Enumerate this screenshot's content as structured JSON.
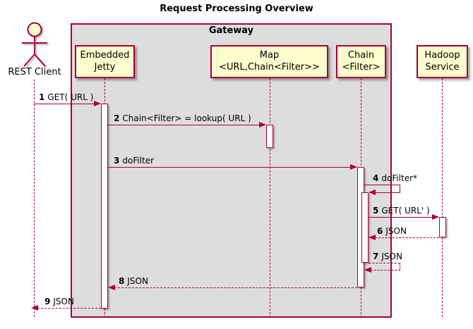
{
  "title": "Request Processing Overview",
  "frame": {
    "label": "Gateway"
  },
  "actor": {
    "label": "REST Client"
  },
  "participants": [
    {
      "name": "Embedded Jetty",
      "line1": "Embedded",
      "line2": "Jetty"
    },
    {
      "name": "Map <URL,Chain<Filter>>",
      "line1": "Map",
      "line2": "<URL,Chain<Filter>>"
    },
    {
      "name": "Chain <Filter>",
      "line1": "Chain",
      "line2": "<Filter>"
    },
    {
      "name": "Hadoop Service",
      "line1": "Hadoop",
      "line2": "Service"
    }
  ],
  "messages": [
    {
      "num": "1",
      "text": "GET( URL )",
      "from": "REST Client",
      "to": "Embedded Jetty",
      "line": "solid"
    },
    {
      "num": "2",
      "text": "Chain<Filter> = lookup( URL )",
      "from": "Embedded Jetty",
      "to": "Map <URL,Chain<Filter>>",
      "line": "solid"
    },
    {
      "num": "3",
      "text": "doFilter",
      "from": "Embedded Jetty",
      "to": "Chain <Filter>",
      "line": "solid"
    },
    {
      "num": "4",
      "text": "doFilter*",
      "from": "Chain <Filter>",
      "to": "Chain <Filter>",
      "line": "solid"
    },
    {
      "num": "5",
      "text": "GET( URL' )",
      "from": "Chain <Filter>",
      "to": "Hadoop Service",
      "line": "solid"
    },
    {
      "num": "6",
      "text": "JSON",
      "from": "Hadoop Service",
      "to": "Chain <Filter>",
      "line": "dashed"
    },
    {
      "num": "7",
      "text": "JSON",
      "from": "Chain <Filter>",
      "to": "Chain <Filter>",
      "line": "dashed"
    },
    {
      "num": "8",
      "text": "JSON",
      "from": "Chain <Filter>",
      "to": "Embedded Jetty",
      "line": "dashed"
    },
    {
      "num": "9",
      "text": "JSON",
      "from": "Embedded Jetty",
      "to": "REST Client",
      "line": "dashed"
    }
  ],
  "colors": {
    "line": "#A80036",
    "participant_fill": "#FEFECE",
    "frame_fill": "#DDDDDD",
    "background": "#FFFFFF",
    "text": "#000000"
  }
}
